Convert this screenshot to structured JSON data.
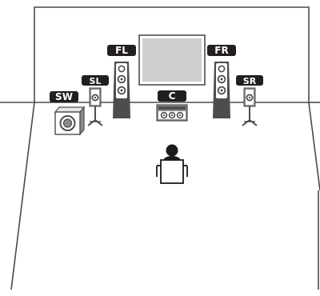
{
  "colors": {
    "room_line": "#4a4a4a",
    "label_bg": "#231f20",
    "label_text": "#ffffff",
    "speaker_dark": "#4d4d4d",
    "speaker_mid": "#8c8c8c",
    "speaker_light": "#e6e6e6",
    "tv_screen": "#cfcfcf",
    "listener": "#1a1a1a"
  },
  "speakers": {
    "fl": "FL",
    "fr": "FR",
    "sl": "SL",
    "sr": "SR",
    "c": "C",
    "sw": "SW"
  },
  "icons": {
    "tv": "tv-icon",
    "listener": "listener-icon",
    "tower": "tower-speaker-icon",
    "bookshelf": "stand-speaker-icon",
    "center": "center-speaker-icon",
    "subwoofer": "subwoofer-icon"
  }
}
